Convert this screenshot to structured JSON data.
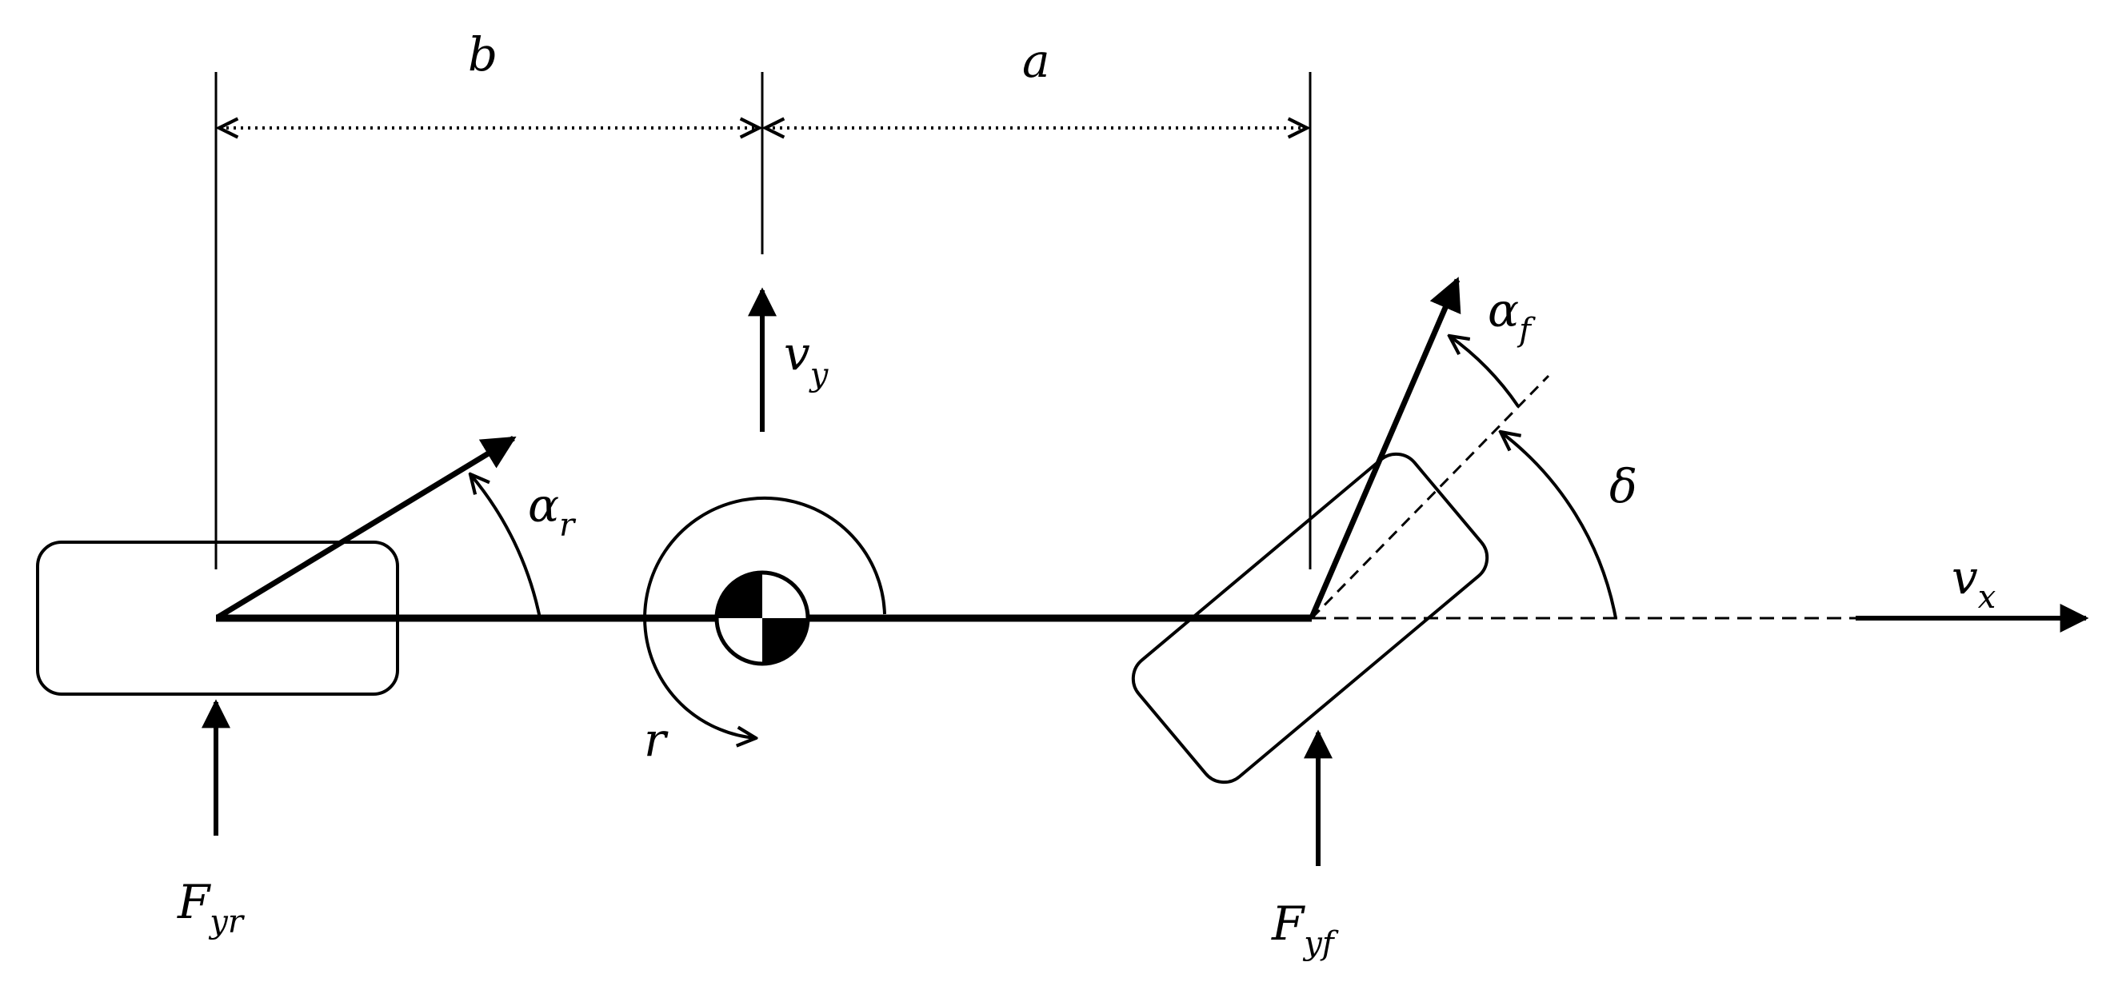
{
  "labels": {
    "b": {
      "main": "b"
    },
    "a": {
      "main": "a"
    },
    "v_y": {
      "main": "v",
      "sub": "y"
    },
    "v_x": {
      "main": "v",
      "sub": "x"
    },
    "alpha_r": {
      "main": "α",
      "sub": "r"
    },
    "alpha_f": {
      "main": "α",
      "sub": "f"
    },
    "delta": {
      "main": "δ"
    },
    "r": {
      "main": "r"
    },
    "F_yr": {
      "main": "F",
      "sub": "yr"
    },
    "F_yf": {
      "main": "F",
      "sub": "yf"
    }
  },
  "colors": {
    "ink": "#000000",
    "background": "#ffffff"
  }
}
